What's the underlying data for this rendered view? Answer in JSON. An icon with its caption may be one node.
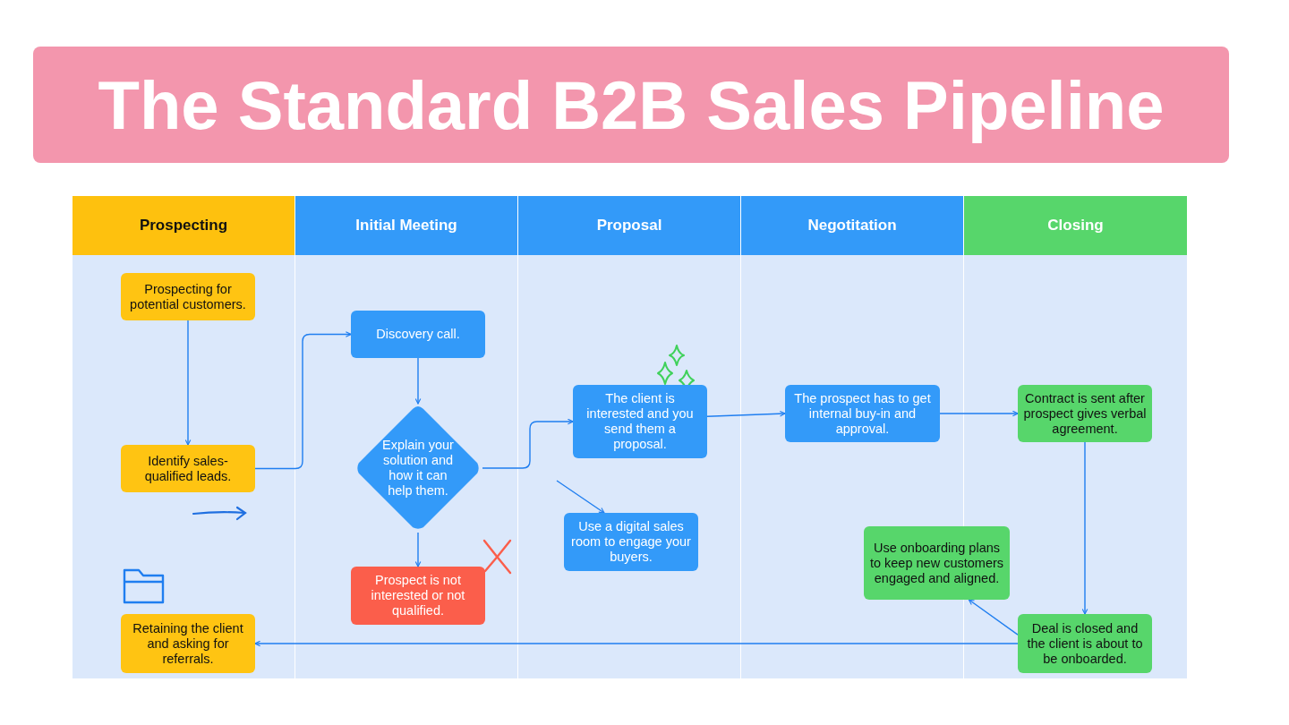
{
  "diagram": {
    "title": "The Standard B2B Sales Pipeline",
    "nodes": [
      {
        "text": [
          "Prospecting"
        ]
      },
      {
        "text": [
          "Prospecting for potential customers."
        ],
        "in": 0
      },
      {
        "text": [
          "Identify sales-qualified leads."
        ],
        "in": 0
      },
      {
        "text": [
          "Retaining the client and asking for referrals."
        ],
        "in": 0
      },
      {
        "text": [
          "Initial Meeting"
        ]
      },
      {
        "text": [
          "Discovery call."
        ],
        "in": 4
      },
      {
        "text": [
          "Explain your solution and how it can help them."
        ],
        "in": 4
      },
      {
        "text": [
          "Prospect is not interested or not qualified."
        ],
        "in": 4
      },
      {
        "text": [
          "Proposal"
        ]
      },
      {
        "text": [
          "The client is interested and you send them a proposal."
        ],
        "in": 8
      },
      {
        "text": [
          "Use a digital sales room to engage your buyers."
        ],
        "in": 8
      },
      {
        "text": [
          "Negotitation"
        ]
      },
      {
        "text": [
          "The prospect has to get internal buy-in and approval."
        ],
        "in": 11
      },
      {
        "text": [
          "Closing"
        ]
      },
      {
        "text": [
          "Contract is sent after prospect gives verbal agreement."
        ],
        "in": 13
      },
      {
        "text": [
          "Use onboarding plans to keep new customers engaged and aligned."
        ]
      },
      {
        "text": [
          "Deal is closed and the client is about to be onboarded."
        ],
        "in": 13
      }
    ],
    "edges": [
      {
        "from": 1,
        "to": 2,
        "arrow": "to"
      },
      {
        "from": 2,
        "to": 5,
        "arrow": "to"
      },
      {
        "from": 5,
        "to": 6,
        "arrow": "to"
      },
      {
        "from": 6,
        "to": 7,
        "arrow": "to"
      },
      {
        "from": 6,
        "to": 9,
        "arrow": "to"
      },
      {
        "from": 9,
        "to": 12,
        "arrow": "to"
      },
      {
        "from": 12,
        "to": 14,
        "arrow": "to"
      },
      {
        "from": 14,
        "to": 16,
        "arrow": "to"
      },
      {
        "from": 16,
        "to": 3,
        "arrow": "to"
      },
      {
        "from": null,
        "to": 10,
        "arrow": "to"
      },
      {
        "from": 16,
        "to": 15,
        "arrow": "to"
      }
    ]
  }
}
